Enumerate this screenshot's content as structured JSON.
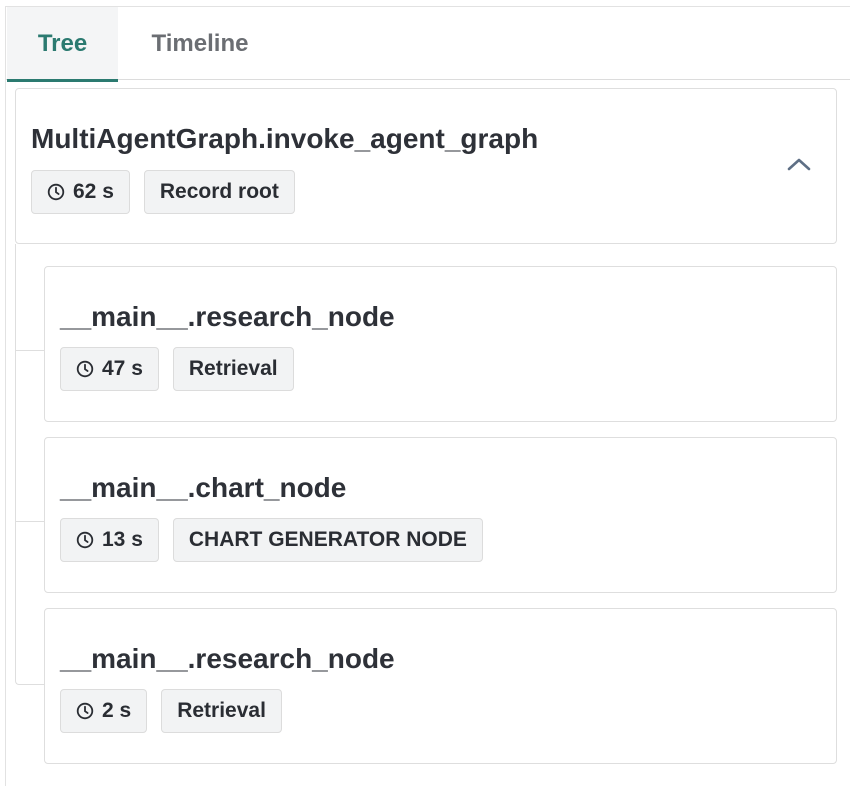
{
  "tabs": [
    {
      "label": "Tree",
      "active": true
    },
    {
      "label": "Timeline",
      "active": false
    }
  ],
  "colors": {
    "accent": "#2b7a70",
    "border": "#dedede",
    "badge_bg": "#f2f3f4"
  },
  "root": {
    "title": "MultiAgentGraph.invoke_agent_graph",
    "duration": "62 s",
    "tag": "Record root",
    "collapse_icon": "chevron-up-icon"
  },
  "nodes": [
    {
      "title": "__main__.research_node",
      "duration": "47 s",
      "tag": "Retrieval"
    },
    {
      "title": "__main__.chart_node",
      "duration": "13 s",
      "tag": "CHART GENERATOR NODE"
    },
    {
      "title": "__main__.research_node",
      "duration": "2 s",
      "tag": "Retrieval"
    }
  ]
}
